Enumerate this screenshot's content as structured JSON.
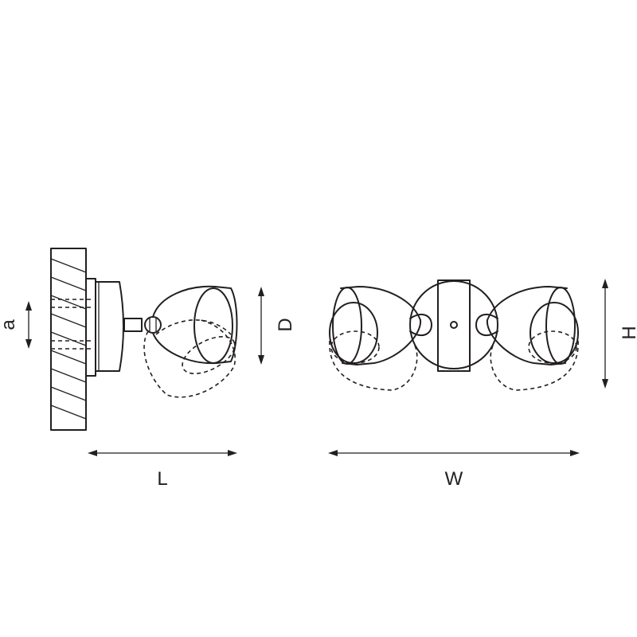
{
  "labels": {
    "a": "a",
    "D": "D",
    "L": "L",
    "W": "W",
    "H": "H"
  }
}
